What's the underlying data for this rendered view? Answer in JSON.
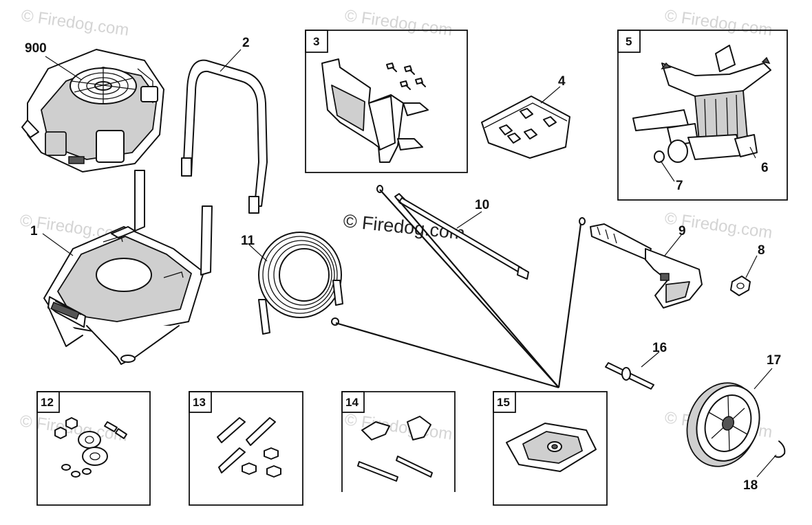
{
  "watermarks": {
    "mark": "© Firedog.com",
    "center": "© Firedog.com"
  },
  "parts": [
    {
      "id": "p900",
      "label": "900"
    },
    {
      "id": "p1",
      "label": "1"
    },
    {
      "id": "p2",
      "label": "2"
    },
    {
      "id": "p3",
      "label": "3"
    },
    {
      "id": "p4",
      "label": "4"
    },
    {
      "id": "p5",
      "label": "5"
    },
    {
      "id": "p6",
      "label": "6"
    },
    {
      "id": "p7",
      "label": "7"
    },
    {
      "id": "p8",
      "label": "8"
    },
    {
      "id": "p9",
      "label": "9"
    },
    {
      "id": "p10",
      "label": "10"
    },
    {
      "id": "p11",
      "label": "11"
    },
    {
      "id": "p12",
      "label": "12"
    },
    {
      "id": "p13",
      "label": "13"
    },
    {
      "id": "p14",
      "label": "14"
    },
    {
      "id": "p15",
      "label": "15"
    },
    {
      "id": "p16",
      "label": "16"
    },
    {
      "id": "p17",
      "label": "17"
    },
    {
      "id": "p18",
      "label": "18"
    }
  ]
}
